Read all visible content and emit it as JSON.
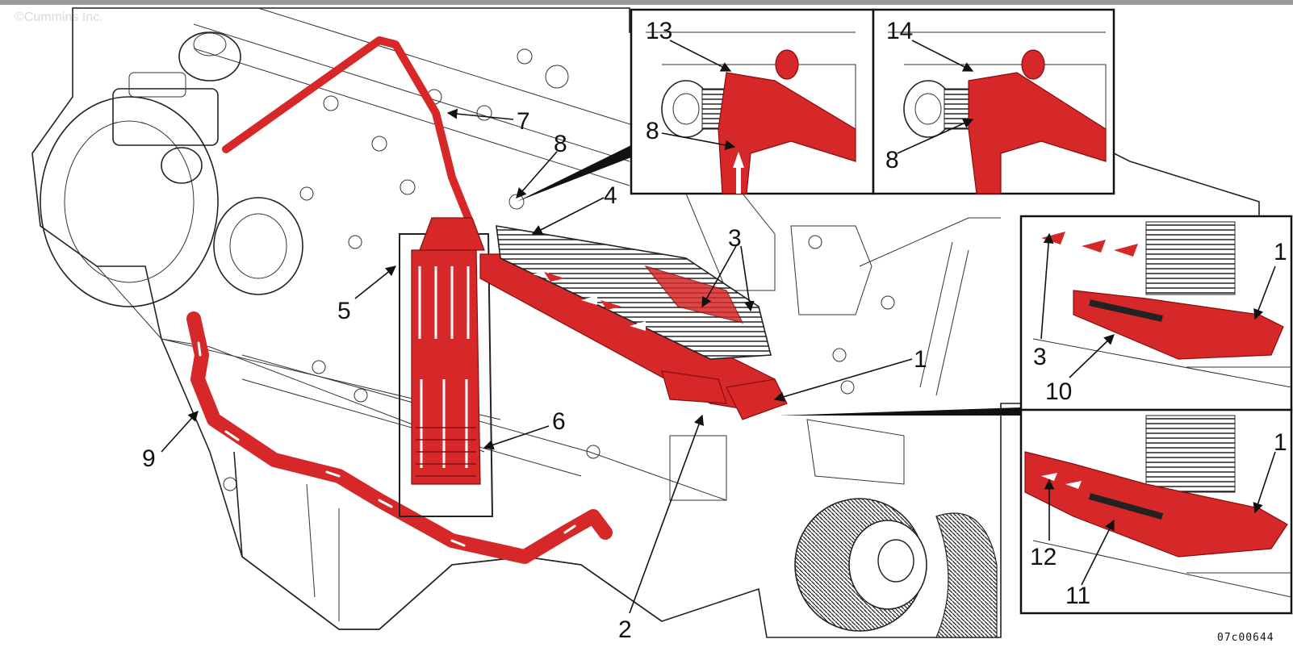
{
  "watermark": "©Cummins Inc.",
  "figure_code": "07c00644",
  "callouts": {
    "c1_main": "1",
    "c2": "2",
    "c3_main": "3",
    "c4": "4",
    "c5": "5",
    "c6": "6",
    "c7": "7",
    "c8_main": "8",
    "c9": "9",
    "c13": "13",
    "c14": "14",
    "c8_inset_a": "8",
    "c8_inset_b": "8",
    "c1_inset_c": "1",
    "c3_inset_c": "3",
    "c10": "10",
    "c1_inset_d": "1",
    "c12": "12",
    "c11": "11"
  },
  "colors": {
    "oil_flow": "#d62828",
    "line_art": "#222222",
    "background": "#ffffff"
  }
}
